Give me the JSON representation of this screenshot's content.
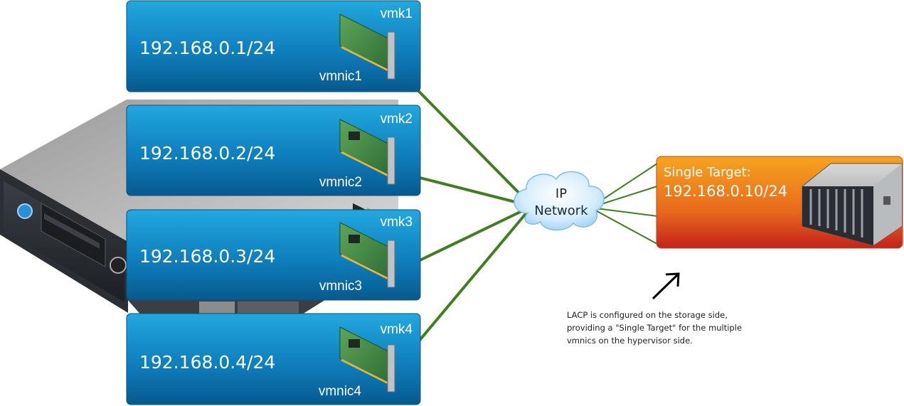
{
  "vmk_boxes": [
    {
      "vmk": "vmk1",
      "ip": "192.168.0.1/24",
      "vmnic": "vmnic1"
    },
    {
      "vmk": "vmk2",
      "ip": "192.168.0.2/24",
      "vmnic": "vmnic2"
    },
    {
      "vmk": "vmk3",
      "ip": "192.168.0.3/24",
      "vmnic": "vmnic3"
    },
    {
      "vmk": "vmk4",
      "ip": "192.168.0.4/24",
      "vmnic": "vmnic4"
    }
  ],
  "network": {
    "line1": "IP",
    "line2": "Network"
  },
  "target": {
    "title": "Single Target:",
    "ip": "192.168.0.10/24"
  },
  "note": "LACP is configured on the storage side, providing a \"Single Target\" for the multiple vmnics on the hypervisor side.",
  "colors": {
    "vmk_box_top": "#1aa0d8",
    "vmk_box_bottom": "#0a5f95",
    "target_top": "#f5a020",
    "target_bottom": "#c8201a",
    "link": "#3f7f20"
  }
}
